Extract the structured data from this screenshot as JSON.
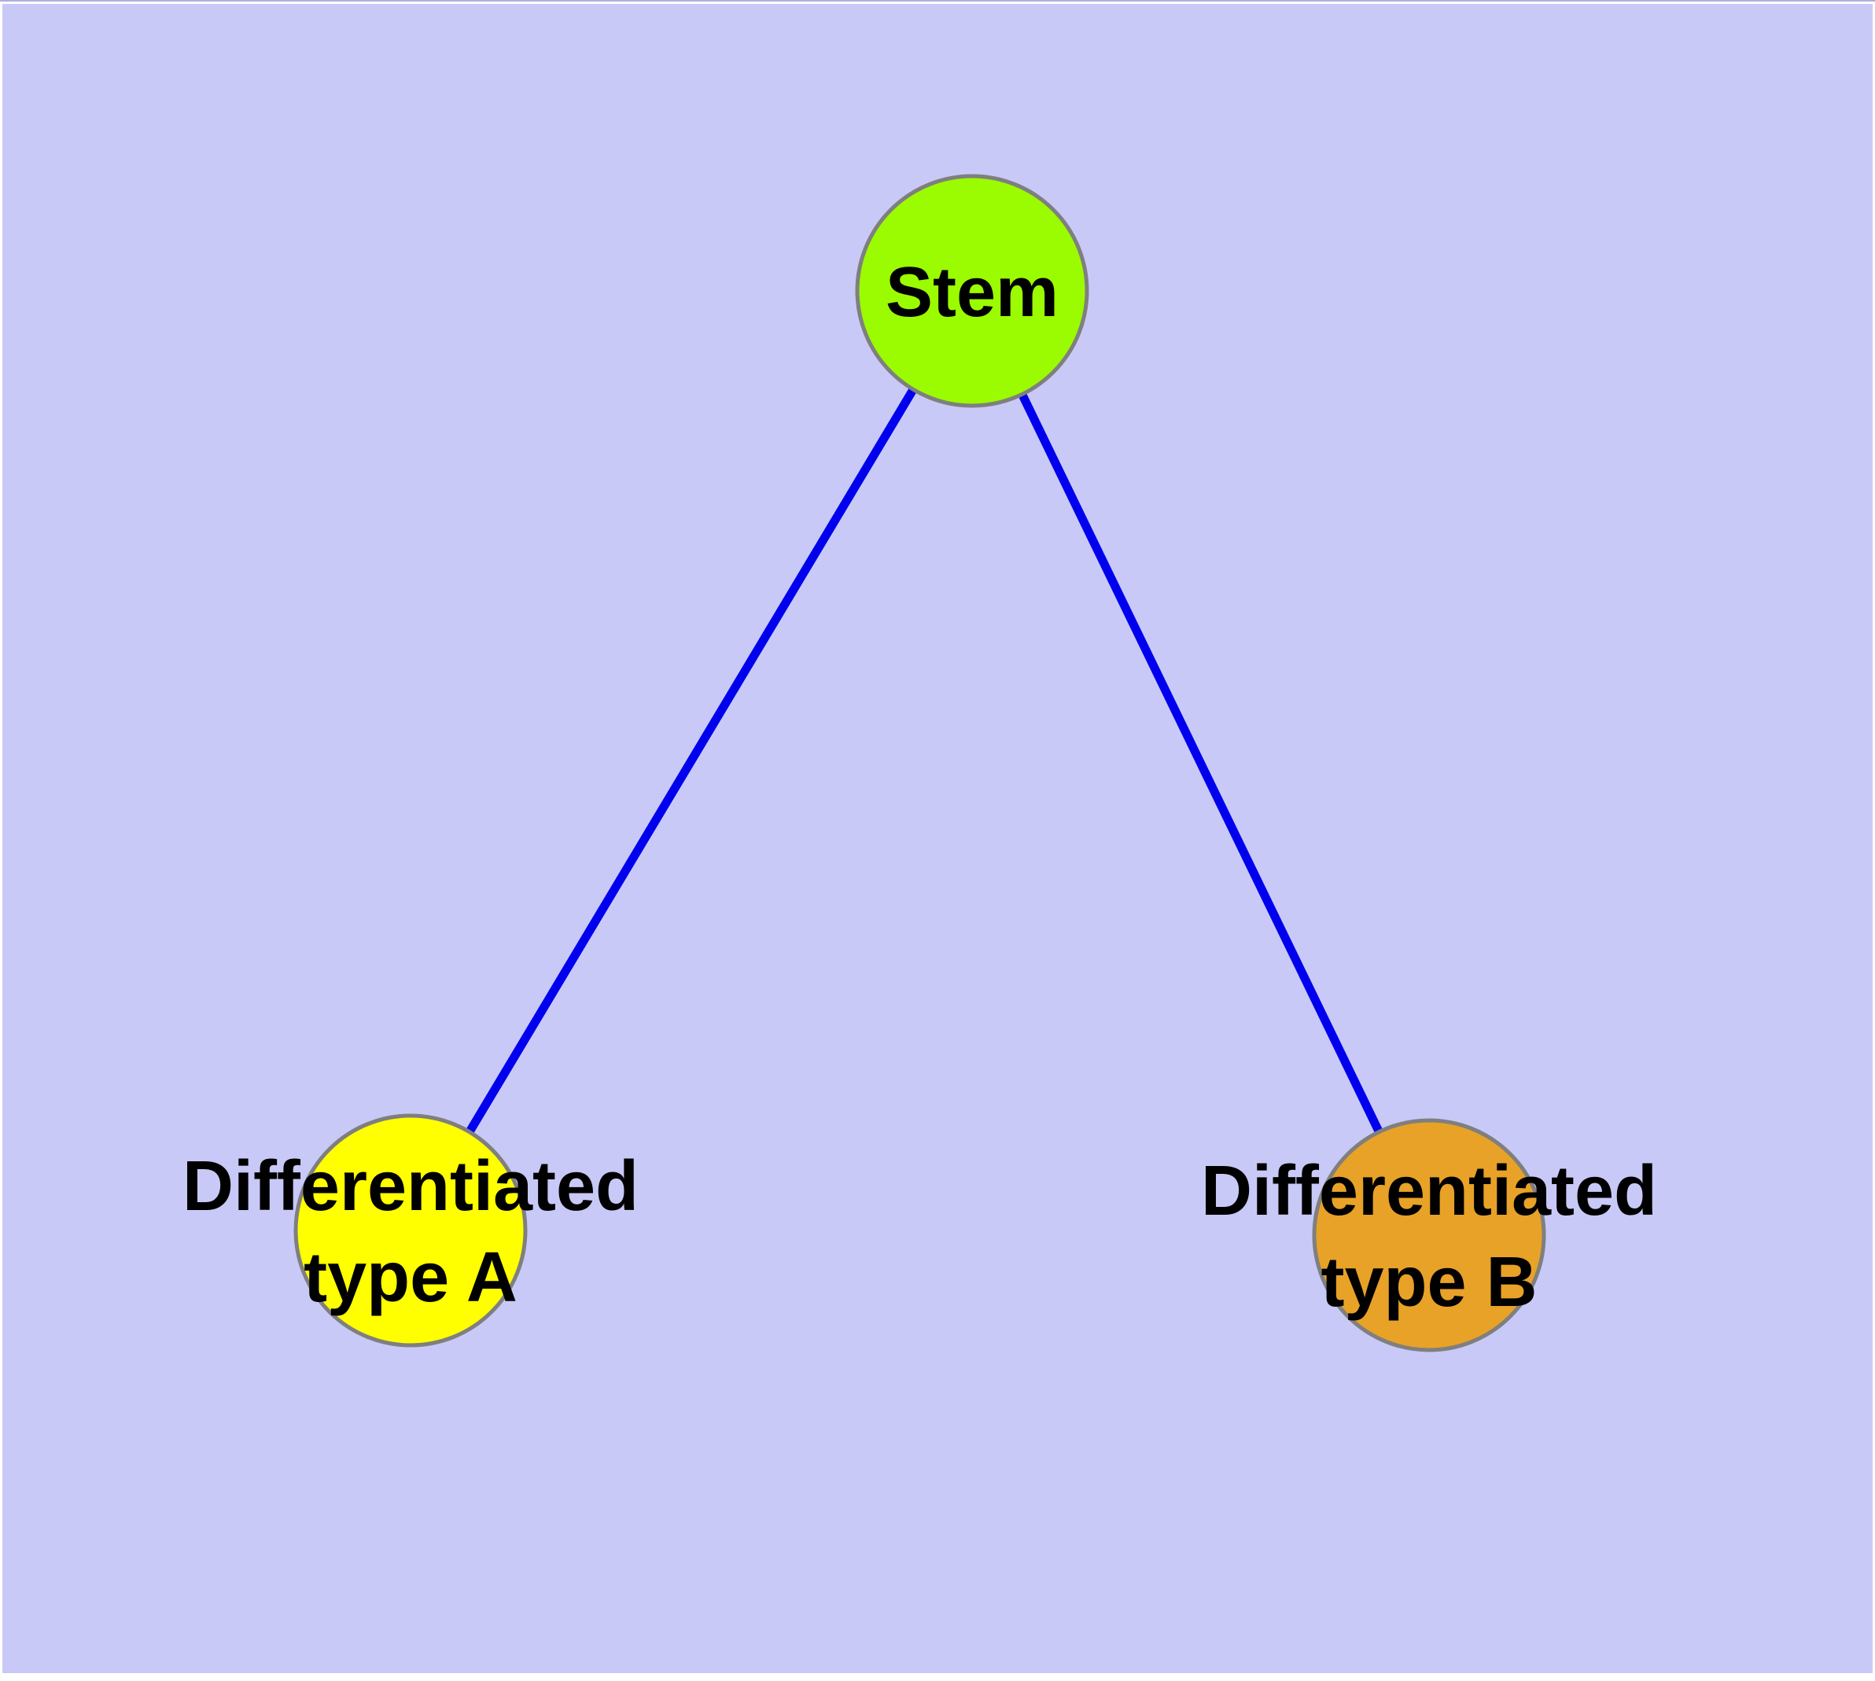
{
  "style": {
    "background": "#C9C9F8",
    "frame_color": "#FFFFFF",
    "top_hairline_color": "#AFAFD8",
    "edge_color": "#0000EE",
    "node_border_color": "#7F7F7F",
    "label_color": "#000000"
  },
  "nodes": {
    "stem": {
      "label": "Stem",
      "fill": "#9BFB00"
    },
    "type_a": {
      "label_line1": "Differentiated",
      "label_line2": "type A",
      "fill": "#FFFF00"
    },
    "type_b": {
      "label_line1": "Differentiated",
      "label_line2": "type B",
      "fill": "#E8A227"
    }
  },
  "edges": [
    {
      "from": "Stem",
      "to": "Differentiated type A"
    },
    {
      "from": "Stem",
      "to": "Differentiated type B"
    }
  ]
}
